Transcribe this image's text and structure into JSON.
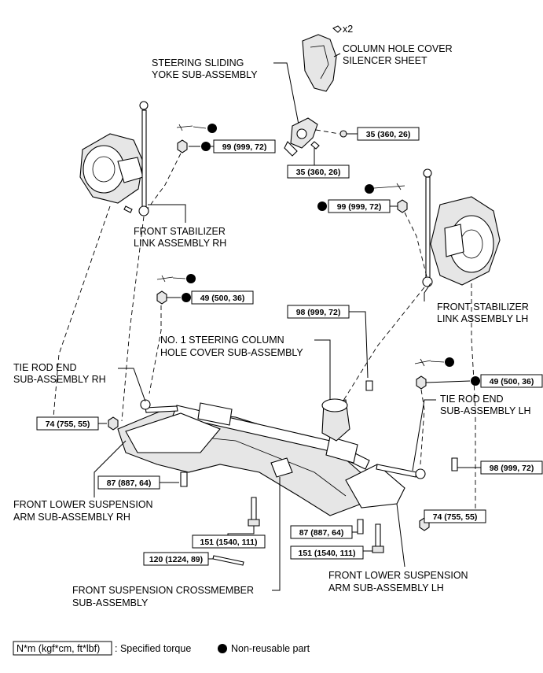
{
  "labels": {
    "x2": "x2",
    "column_hole_cover_1": "COLUMN HOLE COVER",
    "column_hole_cover_2": "SILENCER SHEET",
    "sliding_yoke_1": "STEERING SLIDING",
    "sliding_yoke_2": "YOKE SUB-ASSEMBLY",
    "stab_rh_1": "FRONT STABILIZER",
    "stab_rh_2": "LINK ASSEMBLY RH",
    "stab_lh_1": "FRONT STABILIZER",
    "stab_lh_2": "LINK ASSEMBLY LH",
    "hole_cover_1": "NO. 1 STEERING COLUMN",
    "hole_cover_2": "HOLE COVER SUB-ASSEMBLY",
    "tie_rod_rh_1": "TIE ROD END",
    "tie_rod_rh_2": "SUB-ASSEMBLY RH",
    "tie_rod_lh_1": "TIE ROD END",
    "tie_rod_lh_2": "SUB-ASSEMBLY LH",
    "lower_arm_rh_1": "FRONT LOWER SUSPENSION",
    "lower_arm_rh_2": "ARM SUB-ASSEMBLY RH",
    "lower_arm_lh_1": "FRONT LOWER SUSPENSION",
    "lower_arm_lh_2": "ARM SUB-ASSEMBLY LH",
    "crossmember_1": "FRONT SUSPENSION CROSSMEMBER",
    "crossmember_2": "SUB-ASSEMBLY"
  },
  "torques": {
    "yoke_nut": "35 (360, 26)",
    "yoke_bolt": "35 (360, 26)",
    "stab_rh": "99 (999, 72)",
    "stab_lh": "99 (999, 72)",
    "tie_rod_rh_nut": "49 (500, 36)",
    "tie_rod_lh_nut": "49 (500, 36)",
    "rack_bolt": "98 (999, 72)",
    "rack_bolt_lh": "98 (999, 72)",
    "ball_joint_rh": "74 (755, 55)",
    "ball_joint_lh": "74 (755, 55)",
    "arm_rh": "87 (887, 64)",
    "arm_lh": "87 (887, 64)",
    "cross_rh": "151 (1540, 111)",
    "cross_lh": "151 (1540, 111)",
    "cross_rear": "120 (1224, 89)"
  },
  "legend": {
    "torque_box": "N*m (kgf*cm, ft*lbf)",
    "torque_text": ": Specified torque",
    "nonreusable_text": "Non-reusable part"
  }
}
